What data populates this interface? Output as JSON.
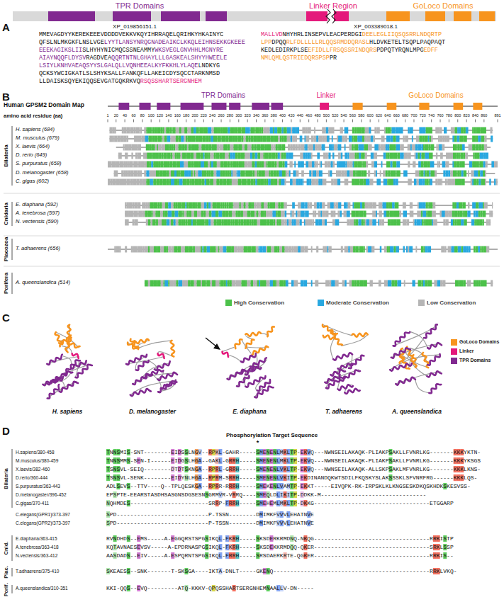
{
  "diagram": {
    "labels": [
      "A",
      "TPR Domains",
      "Linker Region",
      "GoLoco Domains",
      "XP_019856151.1",
      "XP_003389018.1",
      "MMEVAGDYYKEREKEEEVDDDDVEKKVKQYIHRRAQELQRIHKYHKAINYC",
      "QFSLNLMKGKFLNSLVGE",
      "LYYTLANSYNRQGNADEAIKCLKKQLEIHNSEKKGKEEE",
      "EEEKAGIKSLII",
      "SLHYHYNICMQCSSNEAMMY",
      "WKSVEGLGNVHHLMGNYRE",
      "AIAYNQQFLDYSV",
      "RAGDVEA",
      "QQRTNTNLGHAYLLLGASKEALSHYYHWEELE",
      "LSIYLKNHVAEAQSYYSLGALQLLVQNHEEALKYFKKHLYLAQE",
      "LNDKYG",
      "QCKSYWCIGKATLSLSHYKSALLFANKQFLLAKEICDYSQCCTARKNMSD",
      "LLDAISKSQYEKIQQSEVGATGQKRKVQ",
      "RSQSSHARTSERGNHEM",
      "MALLVD",
      "NHYHRLINSEPVLEACPERDGI",
      "DEELEGLIIQSQSRRLNDQRTP",
      "LPP",
      "DPQQ",
      "RLFDLLLLLRLQQSRMDDQRASL",
      "HLDVKETELTSQPLPAQPAQT",
      "KEDLEDIRKPLSE",
      "EFIDLLFRSQSSRINDQRS",
      "PDPQTYRQNLMPG",
      "EDFF",
      "NMLQMLQSTRIEDQRSPSP",
      "PR",
      "B",
      "TPR Domains",
      "Linker",
      "GoLoco Domains",
      "Human GPSM2 Domain Map",
      "amino acid residue (aa)",
      "1",
      "20",
      "40",
      "60",
      "80",
      "100",
      "120",
      "140",
      "160",
      "180",
      "200",
      "220",
      "240",
      "260",
      "280",
      "300",
      "320",
      "340",
      "360",
      "380",
      "400",
      "420",
      "440",
      "460",
      "480",
      "500",
      "520",
      "540",
      "560",
      "580",
      "600",
      "620",
      "640",
      "660",
      "680",
      "700",
      "720",
      "740",
      "760",
      "780",
      "800",
      "820",
      "840",
      "860",
      "891",
      "Bilateria",
      "Cnidaria",
      "Placozoa",
      "Porifera",
      "H. sapiens (684)",
      "M. musculus (679)",
      "X. laevis (664)",
      "D. rerio (649)",
      "S. purpuratus (658)",
      "D. melanogaster (658)",
      "C. gigas (602)",
      "E. diaphana (592)",
      "A. tenebrosa (597)",
      "N. vectensis (590)",
      "T. adhaerens (656)",
      "A. queenslandica (514)",
      "C",
      "H. sapiens",
      "D. melanogaster",
      "E. diaphana",
      "T. adhaerens",
      "A. queenslandica",
      "D",
      "Phosphorylation Target Sequence",
      "*",
      "Bilateria",
      "Cnid.",
      "Plac.",
      "Porif.",
      "H.sapiens/380-458",
      "M.musculus/380-459",
      "X.laevis/382-460",
      "D.rerio/360-444",
      "S.purpuratus/363-443",
      "D.melanogaster/396-452",
      "C.gigas/370-411",
      "C.elegans(GPR1)/373-397",
      "C.elegans(GPR2)/373-397",
      "E.diaphana/363-415",
      "A.tenebrosa/363-418",
      "N.vectensis/363-412",
      "T.adhaerens/375-410",
      "A.queenslandica/310-351",
      "TNNSMIS-SNT--------EIDSSLNGV--RPKL-GAHR-----SMENENLMKLTP-EKVQ---NWNSEILAKAQK-PLIAKPSAKLLFVNRLKG-------KKKYKTN-",
      "TNNSMMS-SEN-I------EIDGSLHGA--GAKL-GRRH-----SMENENLMKLTP-EKVQ---NWNSEILAKAQK-PLIAKPSAKLLFVNRLKG-------KKKYKSGS",
      "TSNSVL-SEIQ--------DTDTSKNGA--RPRL-GRRH-----SMENENLVKLTP-EKVQ---NWNSEILAKAQK-ALLSKPSAKLMFVNRLKG-------KKKLKNS-",
      "TSNSVL-SENK--------EIDYNLHGA--RPRM-SRRH-----SMENENLVKITP-EKDINANDQKWTSDILFKQSKYSLAKSSSKLSFVNRFRG------KKKLQS-",
      "ADLSEVS--TTV----Q--TPLQESKGA--RPRR-RRRH-----SMEKENLVAMTP-EKKT-----EIVQPK-RK-IRPSKLKLKNGSESKDKQSKHDKSKESVSS-",
      "EPSPTE-EEARSTASDHSASGNSDGSESNSGRMVR-VRRQ----SMEQLDLIKITP-DDKK-M-------------------------------",
      "NQHMDES-----------------------SRRP-FRRH-----SMEHEMLMKLTP-DKKG----------------------------------ETGGARP",
      "SPD---------------------------P-TSSN--------DMIMKFVVVLEHATNVE",
      "SPD---------------------------P-TSSN--------DMIMKFVVVLEHATNVE",
      "RVNDHDS--EMS-----A-EGGQRSTSPGSIKQL-FKRH-----SKSDERKRMDNQ-NKQG----------------------------------RRKISTP",
      "KQTAVNAESEVSV-----A-EPDRNASPGSIKQL-FKRH-----SKSDEKKRMDQQ-QKER----------------------------------SRKLSSP",
      "AASDADS--EIV-----A-ESPQRNTSPGSIKQL-FRRH-----SRSDAERKRTE-QGKER----------------------------------RRKIS--",
      "SKEAESS--SNK-------T-SKSGA----IKTA-DNLT-----GKENQ----------------------------------------------RRKLVKQ-",
      "KKI-QQS--EVQ---------ATQ-KKKV-QPQSSHARTSERGNHEMNAALLV-DN-----"
    ],
    "legend": [
      {
        "text": "High Conservation",
        "color": "#4cc14a"
      },
      {
        "text": "Moderate Conservation",
        "color": "#29a8e0"
      },
      {
        "text": "Low Conservation",
        "color": "#b5b5b5"
      },
      {
        "text": "GoLoco Domains",
        "color": "#f7941e"
      },
      {
        "text": "Linker",
        "color": "#e4197b"
      },
      {
        "text": "TPR Domains",
        "color": "#812990"
      }
    ]
  }
}
